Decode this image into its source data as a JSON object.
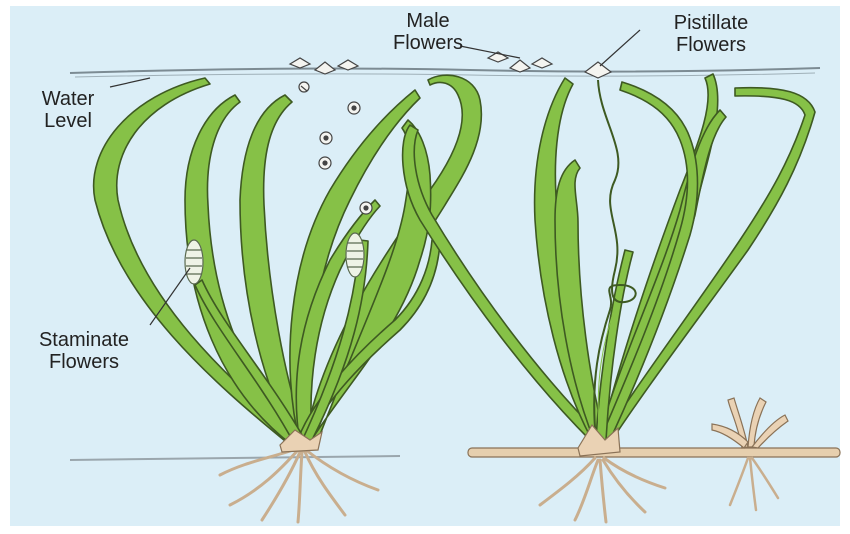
{
  "diagram": {
    "labels": {
      "male_flowers": [
        "Male",
        "Flowers"
      ],
      "pistillate_flowers": [
        "Pistillate",
        "Flowers"
      ],
      "water_level": [
        "Water",
        "Level"
      ],
      "staminate_flowers": [
        "Staminate",
        "Flowers"
      ]
    },
    "colors": {
      "background": "#dbeef7",
      "leaf_fill": "#86c147",
      "leaf_edge": "#3e5a22",
      "root": "#ead2b4",
      "stolon": "#e6cfae",
      "label_text": "#222222"
    }
  }
}
